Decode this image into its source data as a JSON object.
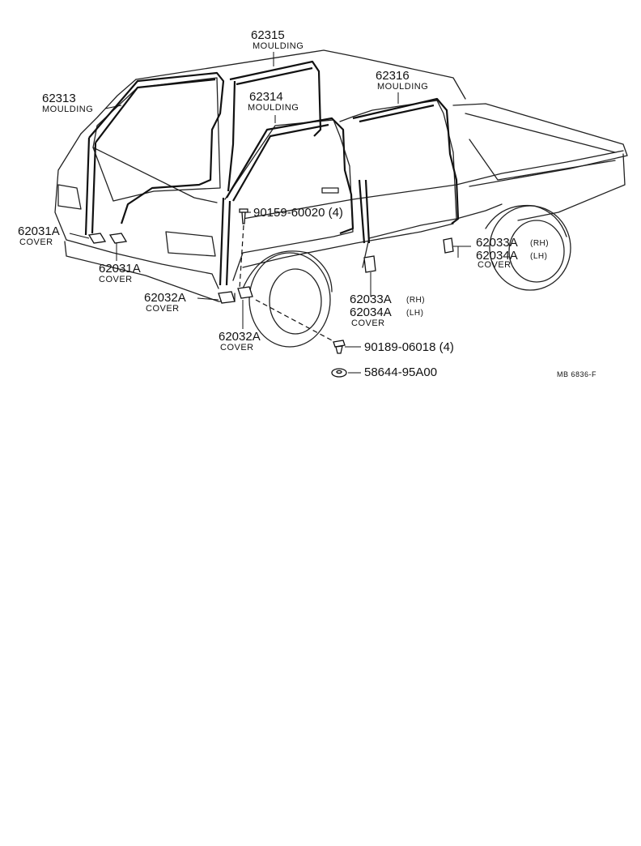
{
  "callouts": [
    {
      "id": "62315",
      "part": "62315",
      "name": "MOULDING"
    },
    {
      "id": "62313",
      "part": "62313",
      "name": "MOULDING"
    },
    {
      "id": "62314",
      "part": "62314",
      "name": "MOULDING"
    },
    {
      "id": "62316",
      "part": "62316",
      "name": "MOULDING"
    },
    {
      "id": "62031A-1",
      "part": "62031A",
      "name": "COVER"
    },
    {
      "id": "62031A-2",
      "part": "62031A",
      "name": "COVER"
    },
    {
      "id": "62032A-1",
      "part": "62032A",
      "name": "COVER"
    },
    {
      "id": "62032A-2",
      "part": "62032A",
      "name": "COVER"
    },
    {
      "id": "62033A-center",
      "part": "62033A",
      "side": "(RH)",
      "part2": "62034A",
      "side2": "(LH)",
      "name": "COVER"
    },
    {
      "id": "62033A-rear",
      "part": "62033A",
      "side": "(RH)",
      "part2": "62034A",
      "side2": "(LH)",
      "name": "COVER"
    }
  ],
  "fasteners": [
    {
      "id": "screw",
      "text": "90159-60020 (4)",
      "icon": "screw-icon"
    },
    {
      "id": "clip",
      "text": "90189-06018 (4)",
      "icon": "clip-icon"
    },
    {
      "id": "washer",
      "text": "58644-95A00",
      "icon": "washer-icon"
    }
  ],
  "reference": "MB 6836-F"
}
